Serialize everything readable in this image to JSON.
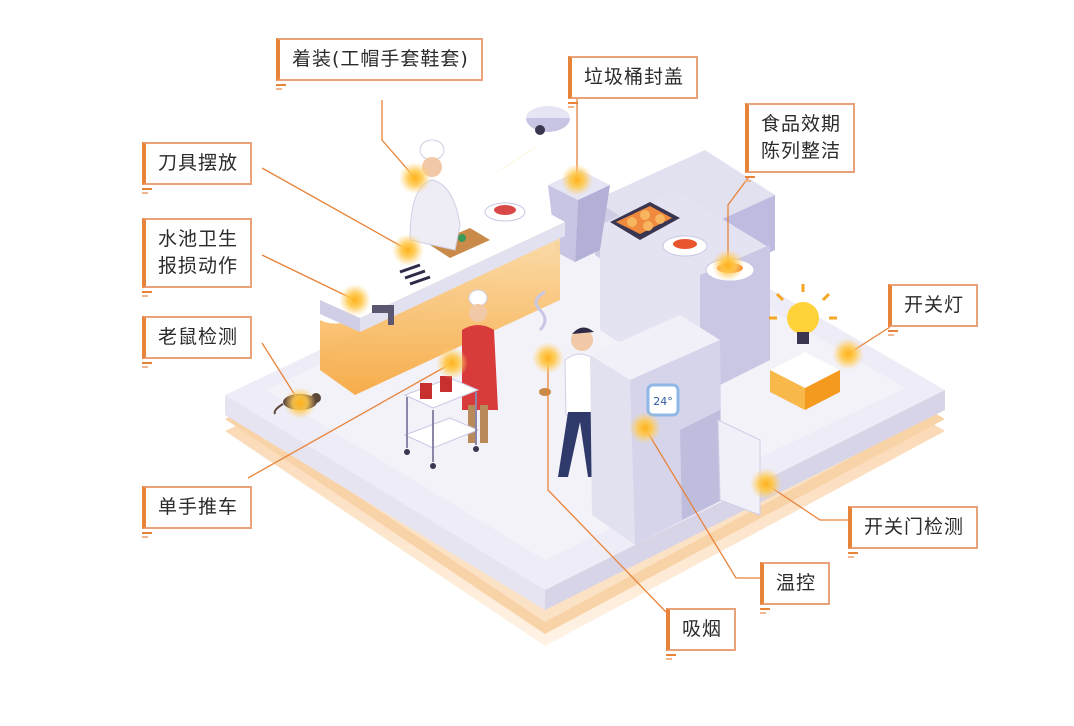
{
  "labels": {
    "attire": "着装(工帽手套鞋套)",
    "trash": "垃圾桶封盖",
    "knife": "刀具摆放",
    "food_line1": "食品效期",
    "food_line2": "陈列整洁",
    "sink_line1": "水池卫生",
    "sink_line2": "报损动作",
    "light": "开关灯",
    "rat": "老鼠检测",
    "cart": "单手推车",
    "door": "开关门检测",
    "temp": "温控",
    "smoke": "吸烟"
  },
  "thermostat": "24°",
  "colors": {
    "accent": "#e8833a",
    "dot": "#f7a81b",
    "floor": "#eceaf5",
    "floor_side": "#f6c58f",
    "appliance": "#d9d8ee"
  }
}
